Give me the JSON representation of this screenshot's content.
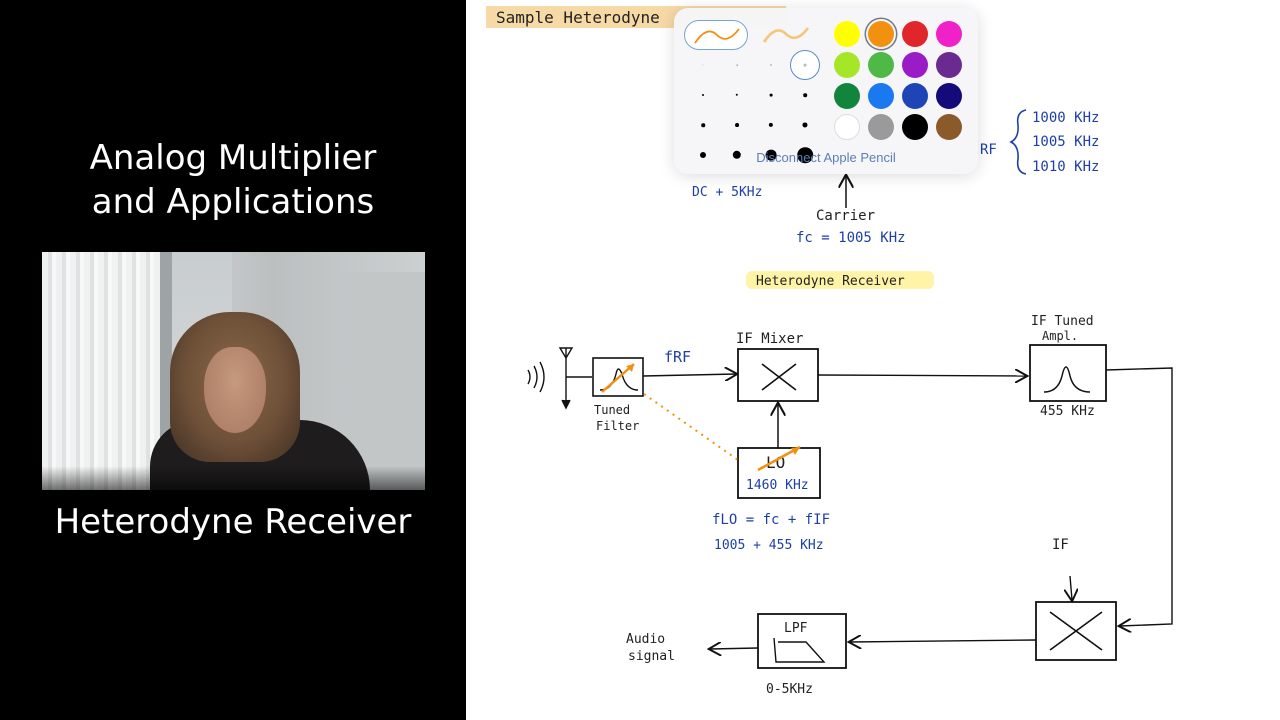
{
  "lecture": {
    "title_line1": "Analog Multiplier",
    "title_line2": "and Applications",
    "subtitle": "Heterodyne Receiver"
  },
  "whiteboard": {
    "top_heading": "Sample Heterodyne",
    "rf_list": [
      "1000 KHz",
      "1005 KHz",
      "1010 KHz"
    ],
    "rf_label": "RF",
    "dc_label": "DC + 5KHz",
    "carrier_label": "Carrier",
    "carrier_freq": "fc = 1005 KHz",
    "receiver_heading": "Heterodyne Receiver",
    "frf_label": "fRF",
    "tuned_filter_l1": "Tuned",
    "tuned_filter_l2": "Filter",
    "if_mixer_label": "IF Mixer",
    "if_tuned_l1": "IF Tuned",
    "if_tuned_l2": "Ampl.",
    "if_tuned_freq": "455 KHz",
    "lo_label": "LO",
    "lo_freq": "1460 KHz",
    "flo_eq": "fLO = fc + fIF",
    "flo_calc": "1005 + 455 KHz",
    "if_label": "IF",
    "lpf_label": "LPF",
    "lpf_range": "0-5KHz",
    "audio_l1": "Audio",
    "audio_l2": "signal"
  },
  "palette": {
    "disconnect_label": "Disconnect Apple Pencil",
    "colors": [
      "#ffff00",
      "#f2900f",
      "#e0262a",
      "#f021c8",
      "#a6e629",
      "#4fb947",
      "#9a1cc7",
      "#6a2a90",
      "#11853b",
      "#1a78f0",
      "#1f44b8",
      "#140a7a",
      "#ffffff",
      "#9a9a9a",
      "#000000",
      "#8b5a2b"
    ],
    "selected_color": "#f2900f",
    "ink_color": "#1f3fa8",
    "highlight_color": "#ffe9a6"
  }
}
